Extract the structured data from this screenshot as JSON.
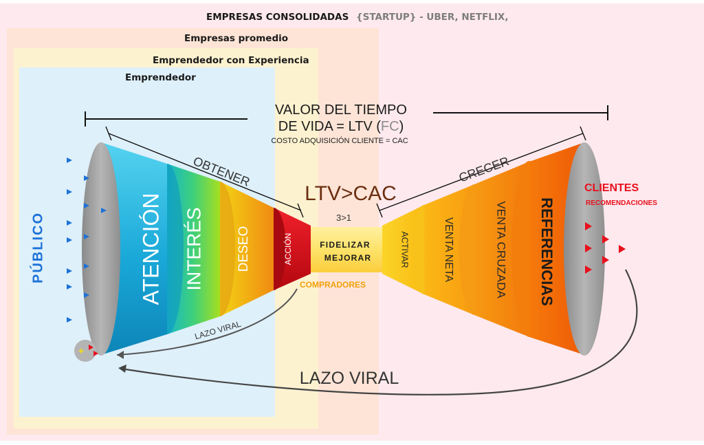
{
  "layers": {
    "consolidated_title": "EMPRESAS CONSOLIDADAS",
    "consolidated_examples": "{STARTUP} - UBER, NETFLIX,",
    "average": "Empresas promedio",
    "experienced": "Emprendedor con Experiencia",
    "entrepreneur": "Emprendedor"
  },
  "ltv": {
    "line1": "VALOR DEL TIEMPO",
    "line2_a": "DE VIDA = LTV (",
    "line2_fc": "FC",
    "line2_b": ")",
    "cac": "COSTO ADQUISICIÓN CLIENTE = CAC"
  },
  "center": {
    "compare": "LTV>CAC",
    "ratio": "3>1",
    "fidelizar": "FIDELIZAR",
    "mejorar": "MEJORAR",
    "buyers": "COMPRADORES"
  },
  "left_funnel": {
    "label": "OBTENER",
    "audience": "PÚBLICO",
    "stages": [
      "ATENCIÓN",
      "INTERÉS",
      "DESEO",
      "ACCIÓN"
    ]
  },
  "right_funnel": {
    "label": "CRECER",
    "stages": [
      "ACTIVAR",
      "VENTA NETA",
      "VENTA CRUZADA",
      "REFERENCIAS"
    ],
    "clients": "CLIENTES",
    "referrals": "RECOMENDACIONES"
  },
  "loops": {
    "small": "LAZO VIRAL",
    "large": "LAZO VIRAL"
  },
  "colors": {
    "consolidated_bg": "#fde9ee",
    "average_bg": "#fde4d6",
    "experienced_bg": "#fdf2d0",
    "entrepreneur_bg": "#def0fa",
    "audience_blue": "#1d72d8",
    "clients_red": "#e8101c",
    "buyers_orange": "#f2a00b",
    "ltv_brown": "#6b2e10"
  }
}
